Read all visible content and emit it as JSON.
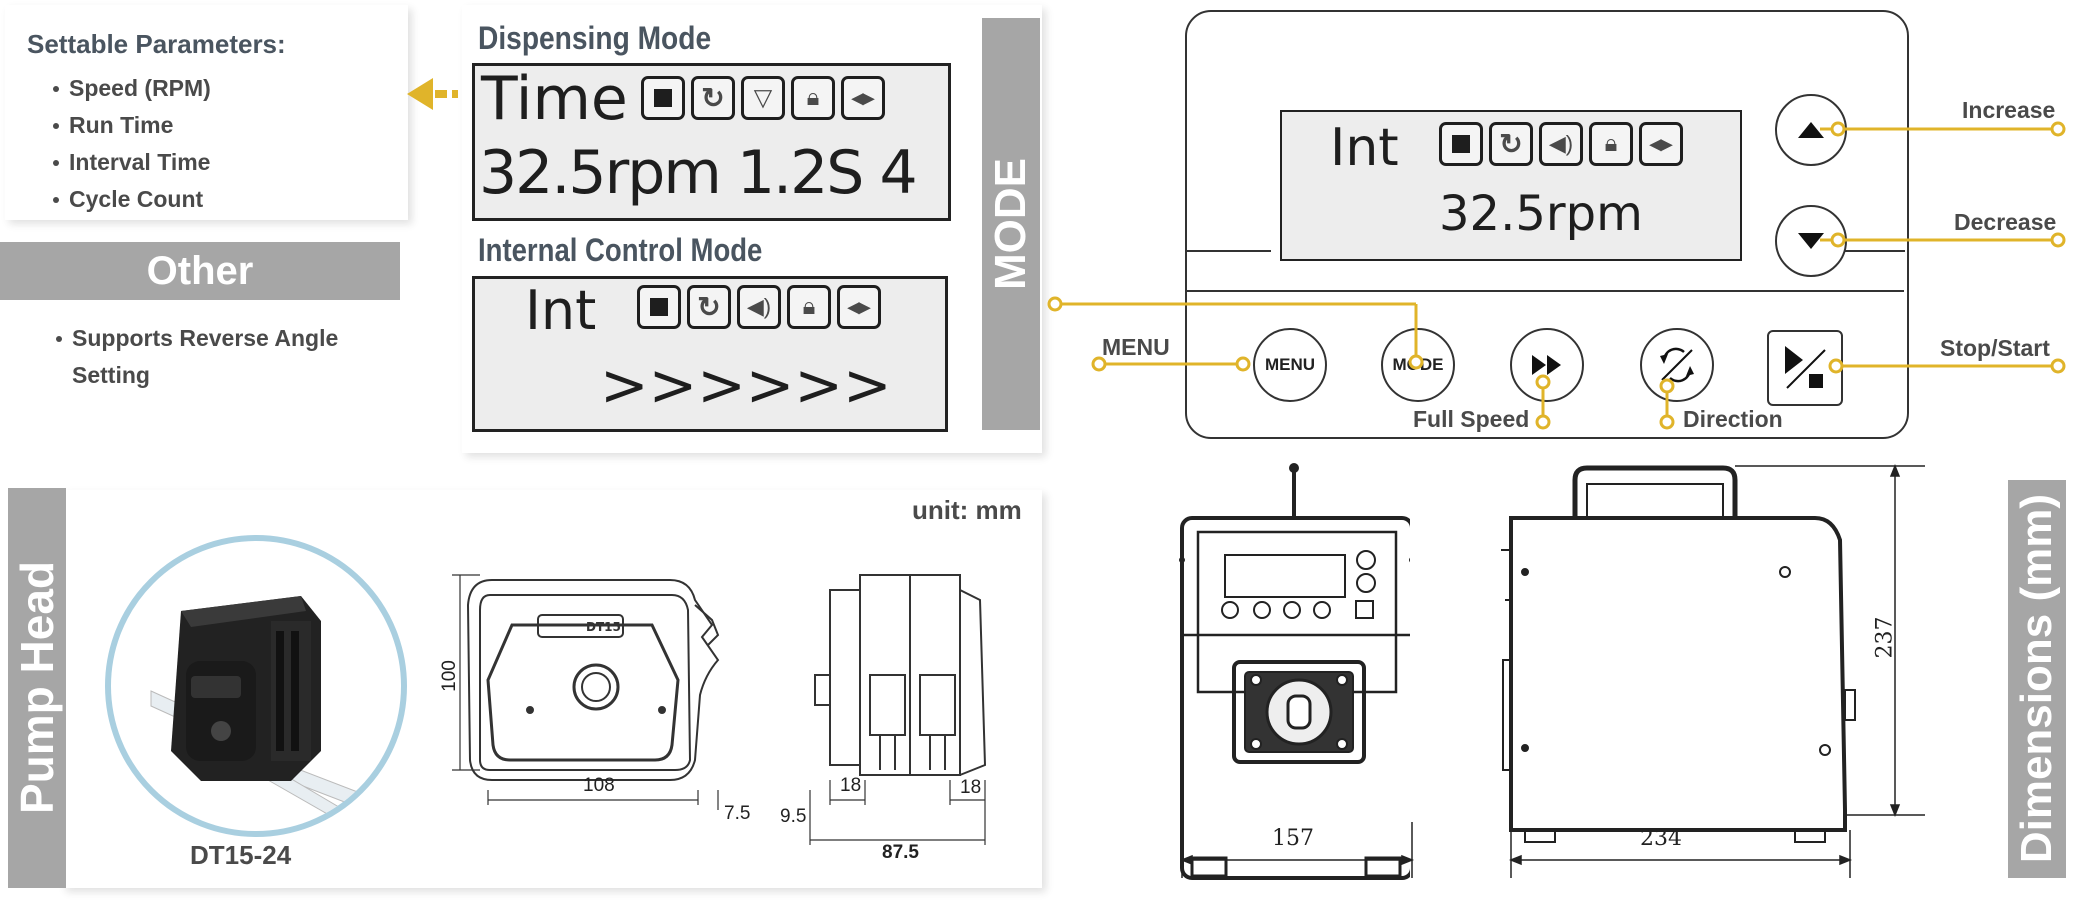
{
  "settable": {
    "title": "Settable Parameters:",
    "items": [
      "Speed (RPM)",
      "Run Time",
      "Interval Time",
      "Cycle Count"
    ]
  },
  "other": {
    "title": "Other",
    "items": [
      "Supports Reverse Angle Setting"
    ]
  },
  "dispensing": {
    "title": "Dispensing Mode",
    "line1": "Time",
    "line2": "32.5rpm 1.2S 4"
  },
  "internal": {
    "title": "Internal Control Mode",
    "line1": "Int",
    "line2": ">>>>>>"
  },
  "mode_bar": "MODE",
  "panel": {
    "line1": "Int",
    "line2": "32.5rpm",
    "buttons": {
      "menu": "MENU",
      "mode": "MODE"
    },
    "labels": {
      "increase": "Increase",
      "decrease": "Decrease",
      "menu": "MENU",
      "stop_start": "Stop/Start",
      "full_speed": "Full Speed",
      "direction": "Direction"
    }
  },
  "pump_head": {
    "side_title": "Pump Head",
    "unit": "unit: mm",
    "model": "DT15-24",
    "front_label": "DT15",
    "dims": {
      "height": "100",
      "width": "108",
      "offset": "7.5",
      "d1": "9.5",
      "d2": "18",
      "d3": "18",
      "total": "87.5"
    }
  },
  "dimensions": {
    "side_title": "Dimensions (mm)",
    "width": "157",
    "depth": "234",
    "height": "237"
  },
  "colors": {
    "accent": "#e0b42a",
    "bar_grey": "#a6a6a6",
    "circle": "#a9cfe0"
  }
}
